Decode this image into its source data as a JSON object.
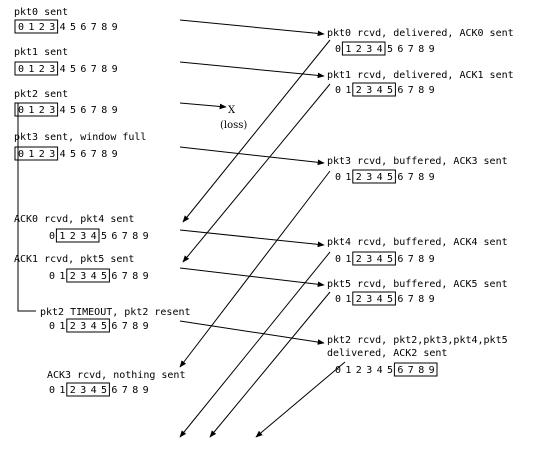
{
  "sender_labels": [
    "pkt0 sent",
    "pkt1 sent",
    "pkt2 sent",
    "pkt3 sent, window full",
    "ACK0 rcvd, pkt4 sent",
    "ACK1 rcvd, pkt5 sent",
    "pkt2 TIMEOUT, pkt2 resent",
    "ACK3 rcvd, nothing sent"
  ],
  "receiver_labels": [
    "pkt0 rcvd, delivered, ACK0 sent",
    "pkt1 rcvd, delivered, ACK1 sent",
    "pkt3 rcvd, buffered, ACK3 sent",
    "pkt4 rcvd, buffered, ACK4 sent",
    "pkt5 rcvd, buffered, ACK5 sent",
    "pkt2 rcvd, pkt2,pkt3,pkt4,pkt5",
    "delivered, ACK2 sent"
  ],
  "sequence_digits": [
    "0",
    "1",
    "2",
    "3",
    "4",
    "5",
    "6",
    "7",
    "8",
    "9"
  ],
  "loss_label": "(loss)",
  "loss_mark": "X"
}
